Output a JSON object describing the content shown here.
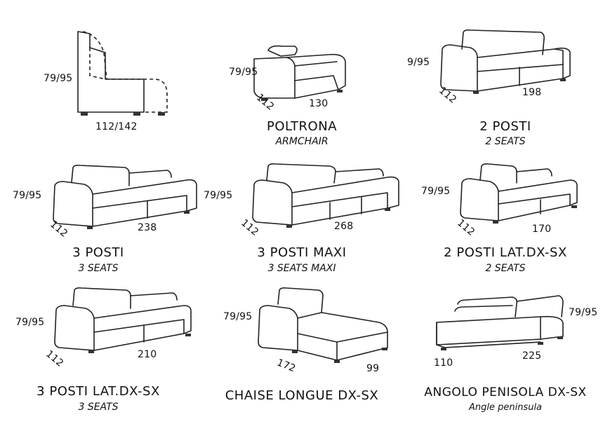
{
  "items": [
    {
      "id": "profile",
      "title": "",
      "subtitle": "",
      "height": "79/95",
      "depth": "112/142",
      "width": ""
    },
    {
      "id": "poltrona",
      "title": "POLTRONA",
      "subtitle": "ARMCHAIR",
      "height": "79/95",
      "depth": "112",
      "width": "130"
    },
    {
      "id": "2posti",
      "title": "2 POSTI",
      "subtitle": "2 SEATS",
      "height": "9/95",
      "depth": "112",
      "width": "198"
    },
    {
      "id": "3posti",
      "title": "3 POSTI",
      "subtitle": "3 SEATS",
      "height": "79/95",
      "depth": "112",
      "width": "238"
    },
    {
      "id": "3postimaxi",
      "title": "3 POSTI MAXI",
      "subtitle": "3 SEATS MAXI",
      "height": "79/95",
      "depth": "112",
      "width": "268"
    },
    {
      "id": "2postilat",
      "title": "2 POSTI LAT.DX-SX",
      "subtitle": "2 SEATS",
      "height": "79/95",
      "depth": "112",
      "width": "170"
    },
    {
      "id": "3postilat",
      "title": "3 POSTI LAT.DX-SX",
      "subtitle": "3 SEATS",
      "height": "79/95",
      "depth": "112",
      "width": "210"
    },
    {
      "id": "chaise",
      "title": "CHAISE LONGUE DX-SX",
      "subtitle": "",
      "height": "79/95",
      "depth": "172",
      "width": "99"
    },
    {
      "id": "angolo",
      "title": "ANGOLO PENISOLA DX-SX",
      "subtitle": "Angle peninsula",
      "height": "79/95",
      "depth": "110",
      "width": "225"
    }
  ]
}
